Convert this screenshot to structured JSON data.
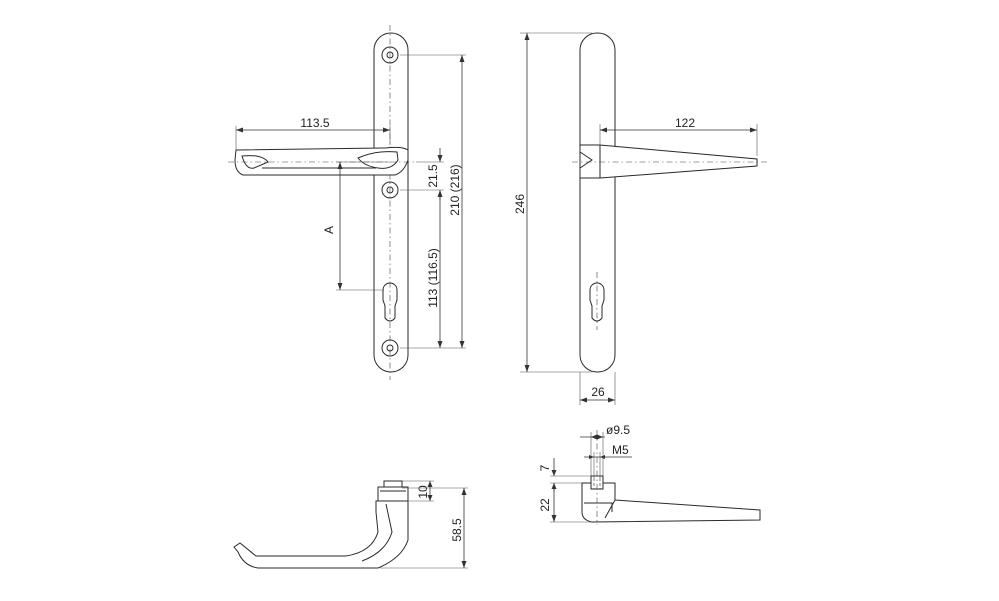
{
  "colors": {
    "background": "#ffffff",
    "line": "#2a2a2a"
  },
  "dimensions": {
    "handle_projection_front": "113.5",
    "handle_projection_side": "122",
    "spindle_to_screw": "21.5",
    "screw_centres": "210 (216)",
    "spindle_to_cylinder": "113 (116.5)",
    "plate_length": "246",
    "plate_width": "26",
    "backset_symbol": "A",
    "boss_diameter": "ø9.5",
    "thread": "M5",
    "boss_height": "7",
    "plate_thickness": "22",
    "rose_height": "10",
    "handle_height": "58.5"
  }
}
